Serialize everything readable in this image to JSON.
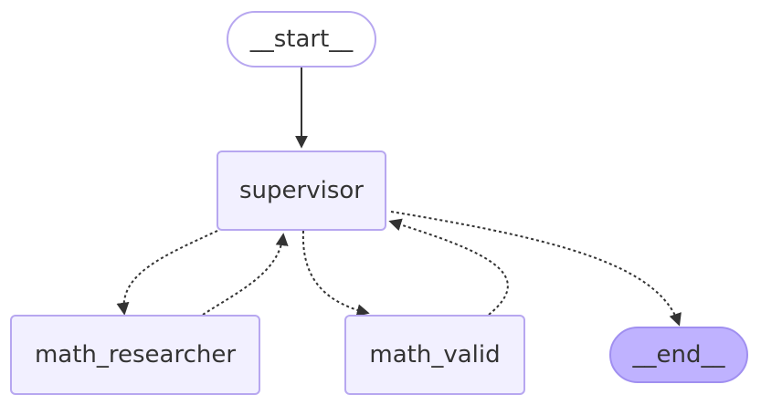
{
  "nodes": {
    "start": "__start__",
    "supervisor": "supervisor",
    "researcher": "math_researcher",
    "valid": "math_valid",
    "end": "__end__"
  },
  "edges": [
    {
      "from": "__start__",
      "to": "supervisor",
      "style": "solid"
    },
    {
      "from": "supervisor",
      "to": "math_researcher",
      "style": "dashed"
    },
    {
      "from": "math_researcher",
      "to": "supervisor",
      "style": "dashed"
    },
    {
      "from": "supervisor",
      "to": "math_valid",
      "style": "dashed"
    },
    {
      "from": "math_valid",
      "to": "supervisor",
      "style": "dashed"
    },
    {
      "from": "supervisor",
      "to": "__end__",
      "style": "dashed"
    }
  ],
  "colors": {
    "node_fill": "#f2f0ff",
    "node_border": "#b7a7f0",
    "end_fill": "#bfb2ff",
    "edge": "#333333"
  }
}
